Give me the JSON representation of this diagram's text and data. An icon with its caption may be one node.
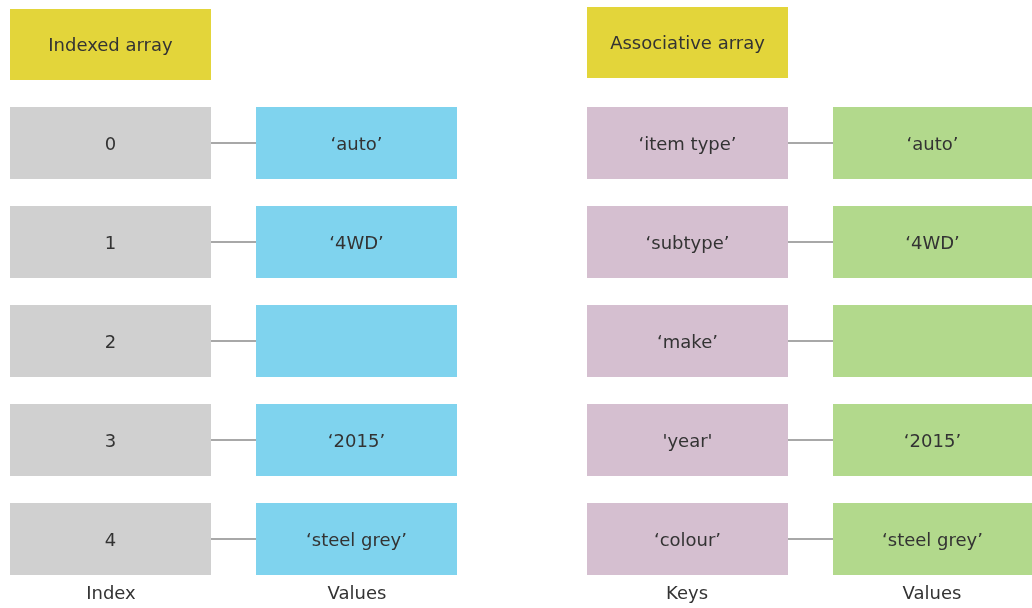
{
  "diagram": {
    "nodes": [
      {
        "text": [
          "Indexed array"
        ]
      },
      {
        "text": [
          "Associative array"
        ]
      },
      {
        "text": [
          "0"
        ]
      },
      {
        "text": [
          "1"
        ]
      },
      {
        "text": [
          "2"
        ]
      },
      {
        "text": [
          "3"
        ]
      },
      {
        "text": [
          "4"
        ]
      },
      {
        "text": [
          "‘auto’"
        ]
      },
      {
        "text": [
          "‘4WD’"
        ]
      },
      {
        "text": [],
        "shape": "box"
      },
      {
        "text": [
          "‘2015’"
        ]
      },
      {
        "text": [
          "‘steel grey’"
        ]
      },
      {
        "text": [
          "‘item type’"
        ]
      },
      {
        "text": [
          "‘subtype’"
        ]
      },
      {
        "text": [
          "‘make’"
        ]
      },
      {
        "text": [
          "'year'"
        ]
      },
      {
        "text": [
          "‘colour’"
        ]
      },
      {
        "text": [
          "‘auto’"
        ]
      },
      {
        "text": [
          "‘4WD’"
        ]
      },
      {
        "text": [],
        "shape": "box"
      },
      {
        "text": [
          "‘2015’"
        ]
      },
      {
        "text": [
          "‘steel grey’"
        ]
      }
    ],
    "edges": [
      {
        "from": 2,
        "to": 7,
        "arrow": "none"
      },
      {
        "from": 3,
        "to": 8,
        "arrow": "none"
      },
      {
        "from": 4,
        "to": 9,
        "arrow": "none"
      },
      {
        "from": 5,
        "to": 10,
        "arrow": "none"
      },
      {
        "from": 6,
        "to": 11,
        "arrow": "none"
      },
      {
        "from": 12,
        "to": 17,
        "arrow": "none"
      },
      {
        "from": 13,
        "to": 18,
        "arrow": "none"
      },
      {
        "from": 14,
        "to": 19,
        "arrow": "none"
      },
      {
        "from": 15,
        "to": 20,
        "arrow": "none"
      },
      {
        "from": 16,
        "to": 21,
        "arrow": "none"
      }
    ],
    "labels": [
      "Index",
      "Values",
      "Keys",
      "Values"
    ]
  }
}
